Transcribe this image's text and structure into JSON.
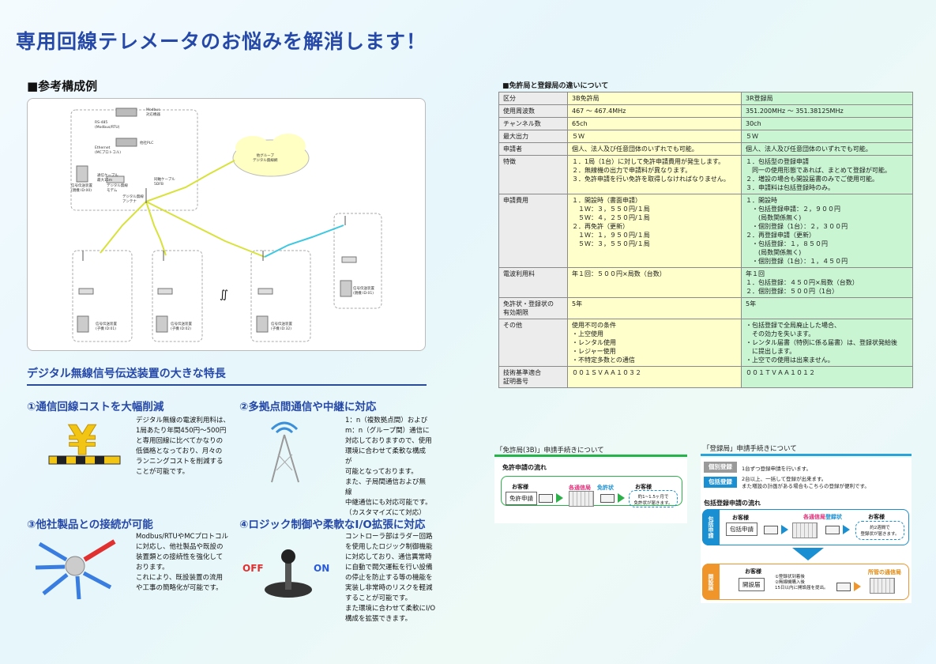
{
  "title": "専用回線テレメータのお悩みを解消します！",
  "config_heading": "■参考構成例",
  "diagram": {
    "cloud": "他グループ\nデジタル無線網",
    "modbus": "Modbus\n対応機器",
    "plc": "他社PLC",
    "rs485": "RS-485\n(Modbus/RTU)",
    "ethernet": "Ethernet\n(MCプロトコル)",
    "base_unit": "信号伝送装置\n(親機 ID:00)",
    "modem": "デジタル無線\nモデム",
    "antenna": "デジタル無線\nアンテナ",
    "comm_cable": "通信ケーブル\n最大15m",
    "coax": "同軸ケーブル\n5DFB",
    "child1": "信号伝送装置\n(子機 ID:01)",
    "child2": "信号伝送装置\n(子機 ID:02)",
    "child3": "信号伝送装置\n(子機 ID:32)",
    "other_base": "信号伝送装置\n(親機 ID:01)",
    "wavy": "∬"
  },
  "features_heading": "デジタル無線信号伝送装置の大きな特長",
  "features": [
    {
      "title": "①通信回線コストを大幅削減",
      "text": "デジタル無線の電波利用料は、\n1局あたり年間450円〜500円\nと専用回線に比べてかなりの\n低価格となっており、月々の\nランニングコストを削減する\nことが可能です。",
      "icon": "yen-icon"
    },
    {
      "title": "②多拠点間通信や中継に対応",
      "text": "1：n（複数拠点間）および\nm：n（グループ間）通信に\n対応しておりますので、使用\n環境に合わせて柔軟な構成が\n可能となっております。\nまた、子局間通信および無線\n中継通信にも対応可能です。\n（カスタマイズにて対応）",
      "icon": "tower-icon"
    },
    {
      "title": "③他社製品との接続が可能",
      "text": "Modbus/RTUやMCプロトコル\nに対応し、他社製品や既設の\n装置類との接続性を強化して\nおります。\nこれにより、既設装置の流用\nや工事の簡略化が可能です。",
      "icon": "arrows-icon"
    },
    {
      "title": "④ロジック制御や柔軟なI/O拡張に対応",
      "text": "コントローラ部はラダー回路\nを使用したロジック制御機能\nに対応しており、通信異常時\nに自動で閥欠運転を行い設備\nの停止を防止する等の機能を\n実装し非常時のリスクを軽減\nすることが可能です。\nまた環境に合わせて柔軟にI/O\n構成を拡張できます。",
      "icon": "joystick-icon",
      "off": "OFF",
      "on": "ON"
    }
  ],
  "table_title": "■免許局と登録局の違いについて",
  "table_rows": [
    [
      "区分",
      "3B免許局",
      "3R登録局"
    ],
    [
      "使用周波数",
      "467 〜 467.4MHz",
      "351.200MHz 〜 351.38125MHz"
    ],
    [
      "チャンネル数",
      "65ch",
      "30ch"
    ],
    [
      "最大出力",
      "５Ｗ",
      "５Ｗ"
    ],
    [
      "申請者",
      "個人、法人及び任意団体のいずれでも可能。",
      "個人、法人及び任意団体のいずれでも可能。"
    ],
    [
      "特徴",
      "１．1局（1台）に対して免許申請費用が発生します。\n２．無線機の出力で申請料が異なります。\n３．免許申請を行い免許を取得しなければなりません。",
      "１．包括型の登録申請\n　同一の使用形態であれば、まとめて登録が可能。\n２．増設の場合も開設届書のみでご使用可能。\n３．申請料は包括登録時のみ。"
    ],
    [
      "申請費用",
      "１．開設時（書面申請）\n　１Ｗ：３，５５０円/１局\n　５Ｗ：４，２５０円/１局\n２．再免許（更新）\n　１Ｗ：１，９５０円/１局\n　５Ｗ：３，５５０円/１局",
      "１．開設時\n　・包括登録申請：２，９００円\n　　(局数関係無く)\n　・個別登録（1台）：２，３００円\n２．再登録申請（更新）\n　・包括登録：１，８５０円\n　　(局数関係無く)\n　・個別登録（1台）：１，４５０円"
    ],
    [
      "電波利用料",
      "年１回：５００円×局数（台数）",
      "年１回\n１．包括登録：４５０円×局数（台数）\n２．個別登録：５００円（1台）"
    ],
    [
      "免許状・登録状の\n有効期限",
      "5年",
      "5年"
    ],
    [
      "その他",
      "使用不可の条件\n・上空使用\n・レンタル使用\n・レジャー使用\n・不特定多数との通信",
      "・包括登録で全局廃止した場合、\n　その効力を失います。\n・レンタル届書（特例に係る届書）は、登録状発給後\n　に提出します。\n・上空での使用は出来ません。"
    ],
    [
      "技術基準適合\n証明番号",
      "００１ＳＶＡＡ１０３２",
      "００１ＴＶＡＡ１０１２"
    ]
  ],
  "license_proc": {
    "title": "「免許局(3B)」申請手続きについて",
    "flow_label": "免許申請の流れ",
    "customer": "お客様",
    "application": "免許申請",
    "bureau": "各通信局",
    "license": "免許状",
    "customer2": "お客様",
    "note": "約1~1.5ヶ月で\n免許状が届きます。"
  },
  "register_proc": {
    "title": "「登録局」申請手続きについて",
    "individual_tag": "個別登録",
    "individual_text": "1台ずつ登録申請を行います。",
    "bulk_tag": "包括登録",
    "bulk_text": "2台以上、一括して登録が出来ます。\nまた増設の計画がある場合もこちらの登録が便利です。",
    "flow_label": "包括登録申請の流れ",
    "side_blue": "包括申請",
    "customer": "お客様",
    "application": "包括申請",
    "bureau": "各通信局",
    "reg_cert": "登録状",
    "customer2": "お客様",
    "note": "約2週間で\n登録状が届きます。",
    "side_orange": "開設届",
    "customer3": "お客様",
    "open_form": "開設届",
    "open_note": "①登録状到着後\n②無線機購入後\n15日以内に開設届を提出。",
    "bureau2": "所管の通信局"
  }
}
